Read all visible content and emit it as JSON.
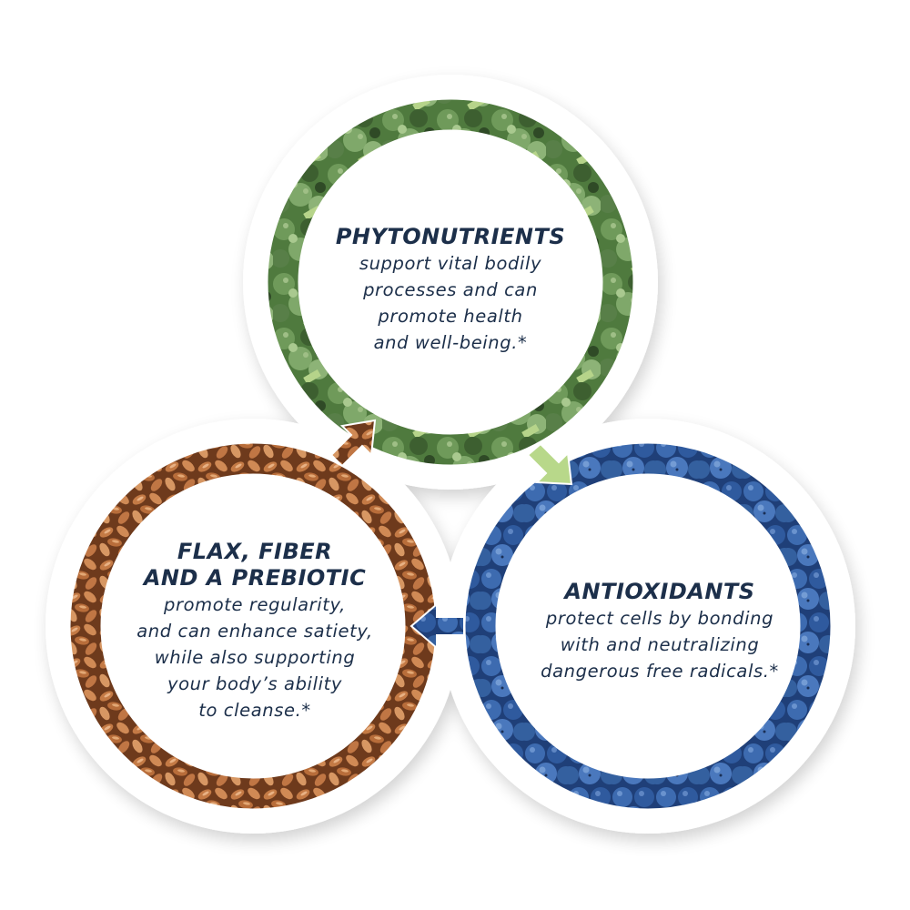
{
  "diagram": {
    "type": "cycle",
    "colors": {
      "text": "#1c2f4a",
      "background": "#ffffff",
      "shadow": "#e6e6e6"
    },
    "nodes": [
      {
        "id": "phytonutrients",
        "texture": "broccoli",
        "ring_color": "#5f8a4a",
        "title": "PHYTONUTRIENTS",
        "lines": [
          "support vital bodily",
          "processes and can",
          "promote health",
          "and well-being.*"
        ]
      },
      {
        "id": "antioxidants",
        "texture": "blueberries",
        "ring_color": "#2f5c9c",
        "title": "ANTIOXIDANTS",
        "lines": [
          "protect cells by bonding",
          "with and neutralizing",
          "dangerous free radicals.*"
        ]
      },
      {
        "id": "flax-fiber-prebiotic",
        "texture": "flaxseed",
        "ring_color": "#a8643a",
        "title_lines": [
          "FLAX, FIBER",
          "AND A PREBIOTIC"
        ],
        "lines": [
          "promote regularity,",
          "and can enhance satiety,",
          "while also supporting",
          "your body’s ability",
          "to cleanse.*"
        ]
      }
    ],
    "arrows": [
      {
        "from": "phytonutrients",
        "to": "antioxidants",
        "icon": "arrow-down-right"
      },
      {
        "from": "antioxidants",
        "to": "flax-fiber-prebiotic",
        "icon": "arrow-left"
      },
      {
        "from": "flax-fiber-prebiotic",
        "to": "phytonutrients",
        "icon": "arrow-up-right"
      }
    ]
  }
}
